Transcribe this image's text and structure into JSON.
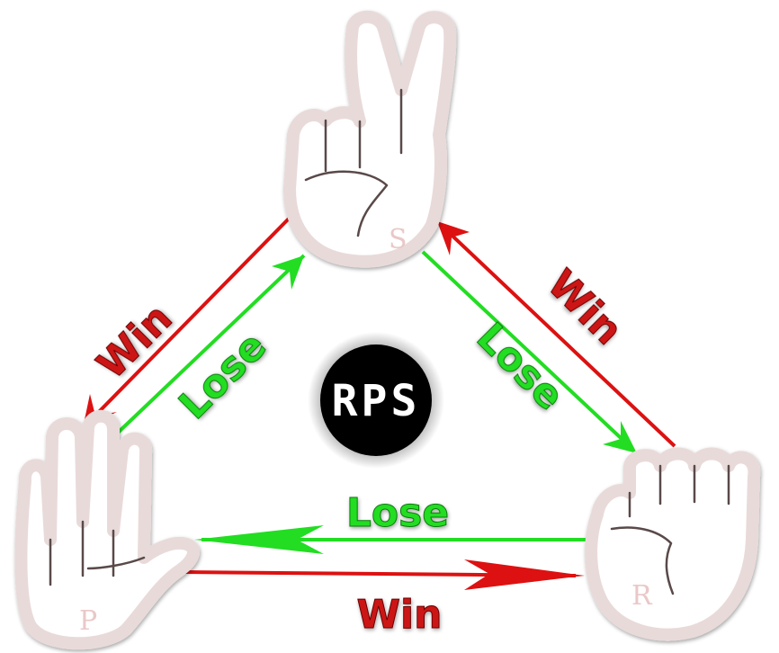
{
  "center": {
    "label": "RPS"
  },
  "hands": {
    "scissors": {
      "letter": "S"
    },
    "paper": {
      "letter": "P"
    },
    "rock": {
      "letter": "R"
    }
  },
  "edges": {
    "left_outer": "Win",
    "left_inner": "Lose",
    "right_outer": "Win",
    "right_inner": "Lose",
    "bottom_top": "Lose",
    "bottom_bottom": "Win"
  },
  "colors": {
    "win": "#cc1414",
    "lose": "#22dd22",
    "center_disc": "#000000",
    "hand_outline": "#e9dada"
  }
}
